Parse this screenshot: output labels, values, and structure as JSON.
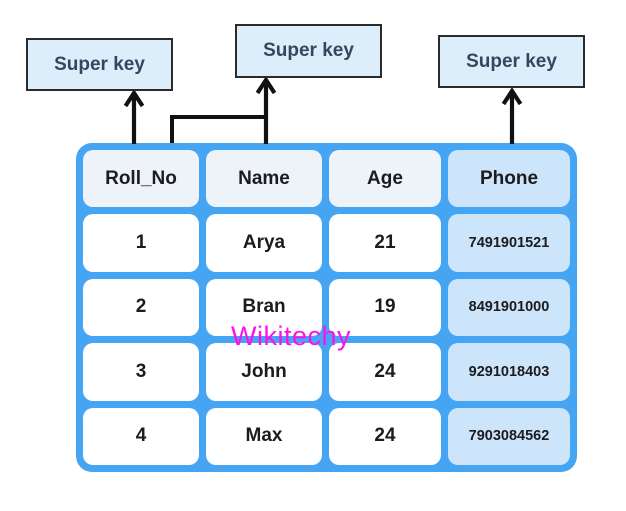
{
  "diagram": {
    "super_key_boxes": [
      {
        "label": "Super key",
        "points_to": "Roll_No"
      },
      {
        "label": "Super key",
        "points_to": "Roll_No + Name"
      },
      {
        "label": "Super key",
        "points_to": "Phone"
      }
    ],
    "watermark": "Wikitechy",
    "table": {
      "headers": [
        "Roll_No",
        "Name",
        "Age",
        "Phone"
      ],
      "rows": [
        [
          "1",
          "Arya",
          "21",
          "7491901521"
        ],
        [
          "2",
          "Bran",
          "19",
          "8491901000"
        ],
        [
          "3",
          "John",
          "24",
          "9291018403"
        ],
        [
          "4",
          "Max",
          "24",
          "7903084562"
        ]
      ]
    },
    "colors": {
      "table_blue": "#45a5f3",
      "header_cell": "#eef3fa",
      "body_cell": "#ffffff",
      "phone_cell": "#cde5fb",
      "box_fill": "#ddeefb",
      "box_border": "#2b2b2b",
      "box_text": "#33475f",
      "cell_text": "#1c1c1e",
      "arrow": "#111111",
      "watermark_color": "#ff10ea"
    }
  }
}
